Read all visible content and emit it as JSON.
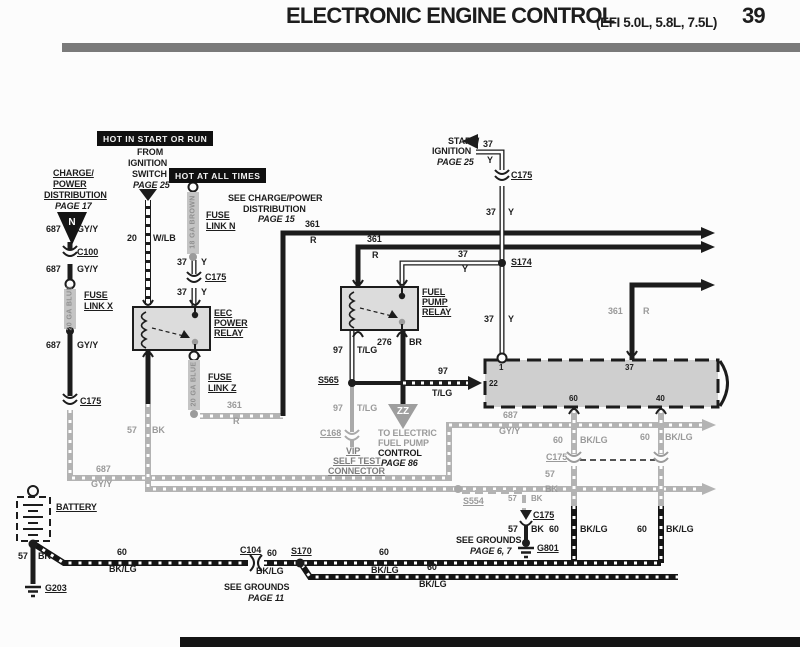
{
  "header": {
    "title": "ELECTRONIC ENGINE CONTROL",
    "subtitle": "(EFI 5.0L, 5.8L, 7.5L)",
    "page_number": "39"
  },
  "banners": {
    "hot_in_start_or_run": "HOT IN START OR RUN",
    "hot_at_all_times": "HOT AT ALL TIMES"
  },
  "refs": {
    "charge_power": {
      "l1": "CHARGE/",
      "l2": "POWER",
      "l3": "DISTRIBUTION",
      "page": "PAGE 17"
    },
    "from_ignition": {
      "l1": "FROM",
      "l2": "IGNITION",
      "l3": "SWITCH",
      "page": "PAGE 25"
    },
    "see_charge_power": {
      "l1": "SEE CHARGE/POWER",
      "l2": "DISTRIBUTION",
      "page": "PAGE 15"
    },
    "start_ignition": {
      "l1": "START/",
      "l2": "IGNITION",
      "page": "PAGE 25"
    },
    "to_electric_fuel_pump": {
      "l1": "TO ELECTRIC",
      "l2": "FUEL PUMP",
      "l3": "CONTROL",
      "page": "PAGE 86"
    },
    "see_grounds_bottom": {
      "l1": "SEE GROUNDS",
      "page": "PAGE 11"
    },
    "see_grounds_right": {
      "l1": "SEE GROUNDS",
      "page": "PAGE 6, 7"
    }
  },
  "components": {
    "triangle_n": "N",
    "triangle_zz": "ZZ",
    "battery": "BATTERY",
    "eec_power_relay": {
      "l1": "EEC",
      "l2": "POWER",
      "l3": "RELAY"
    },
    "fuel_pump_relay": {
      "l1": "FUEL",
      "l2": "PUMP",
      "l3": "RELAY"
    },
    "fuse_link_x": {
      "l1": "FUSE",
      "l2": "LINK X",
      "gauge": "20 GA BLUE"
    },
    "fuse_link_n": {
      "l1": "FUSE",
      "l2": "LINK N",
      "gauge": "18 GA BROWN"
    },
    "fuse_link_z": {
      "l1": "FUSE",
      "l2": "LINK Z",
      "gauge": "20 GA BLUE"
    },
    "vip_connector": {
      "l1": "VIP",
      "l2": "SELF TEST",
      "l3": "CONNECTOR"
    }
  },
  "eec_module_pins": {
    "p1": "1",
    "p37": "37",
    "p22": "22",
    "p60": "60",
    "p40": "40"
  },
  "connectors": {
    "c100": "C100",
    "c175_left": "C175",
    "c175_fuse_n": "C175",
    "c175_top_right": "C175",
    "c175_harness": "C175",
    "c175_ground": "C175",
    "c168": "C168",
    "c104": "C104"
  },
  "splices": {
    "s174": "S174",
    "s565": "S565",
    "s554": "S554",
    "s170": "S170"
  },
  "grounds": {
    "g203": "G203",
    "g801": "G801"
  },
  "wire_labels": {
    "w687_1": {
      "n": "687",
      "c": "GY/Y"
    },
    "w687_2": {
      "n": "687",
      "c": "GY/Y"
    },
    "w687_3": {
      "n": "687",
      "c": "GY/Y"
    },
    "w687_4": {
      "n": "687",
      "c": "GY/Y"
    },
    "w687_5": {
      "n": "687",
      "c": "GY/Y"
    },
    "w20": {
      "n": "20",
      "c": "W/LB"
    },
    "w37_1": {
      "n": "37",
      "c": "Y"
    },
    "w37_2": {
      "n": "37",
      "c": "Y"
    },
    "w37_3": {
      "n": "37",
      "c": "Y"
    },
    "w37_4": {
      "n": "37",
      "c": "Y"
    },
    "w37_5": {
      "n": "37",
      "c": "Y"
    },
    "w37_6": {
      "n": "37",
      "c": "Y"
    },
    "w361_1": {
      "n": "361",
      "c": "R"
    },
    "w361_2": {
      "n": "361",
      "c": "R"
    },
    "w361_3": {
      "n": "361",
      "c": "R"
    },
    "w361_4": {
      "n": "361",
      "c": "R"
    },
    "w97_1": {
      "n": "97",
      "c": "T/LG"
    },
    "w97_2": {
      "n": "97",
      "c": "T/LG"
    },
    "w97_3": {
      "n": "97",
      "c": "T/LG"
    },
    "w276": {
      "n": "276",
      "c": "BR"
    },
    "w57_1": {
      "n": "57",
      "c": "BK"
    },
    "w57_2": {
      "n": "57",
      "c": "BK"
    },
    "w57_3": {
      "n": "57",
      "c": "BK"
    },
    "w57_4": {
      "n": "57",
      "c": "BK"
    },
    "w57_5": {
      "n": "57",
      "c": "BK"
    },
    "w60_1": {
      "n": "60",
      "c": "BK/LG"
    },
    "w60_2": {
      "n": "60",
      "c": "BK/LG"
    },
    "w60_3": {
      "n": "60",
      "c": "BK/LG"
    },
    "w60_4": {
      "n": "60",
      "c": "BK/LG"
    },
    "w60_5": {
      "n": "60",
      "c": "BK/LG"
    },
    "w60_6": {
      "n": "60",
      "c": "BK/LG"
    },
    "w60_7": {
      "n": "60",
      "c": "BK/LG"
    },
    "w60_8": {
      "n": "60",
      "c": "BK/LG"
    }
  }
}
